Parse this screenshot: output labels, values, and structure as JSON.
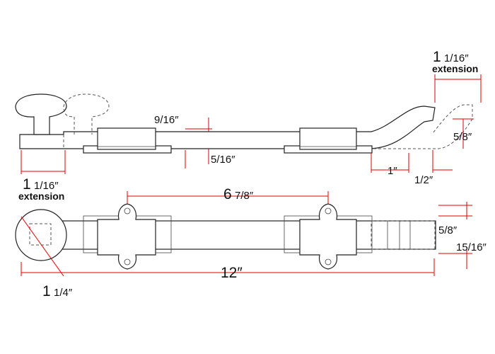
{
  "labels": {
    "top_right_extension_whole": "1",
    "top_right_extension_frac": "1/16″",
    "top_right_extension_word": "extension",
    "dim_9_16": "9/16″",
    "dim_5_16": "5/16″",
    "dim_5_8_top": "5/8″",
    "dim_1": "1″",
    "dim_1_2": "1/2″",
    "left_extension_whole": "1",
    "left_extension_frac": "1/16″",
    "left_extension_word": "extension",
    "dim_6_whole": "6",
    "dim_6_frac": "7/8″",
    "dim_5_8_bottom": "5/8″",
    "dim_15_16": "15/16″",
    "dim_12": "12″",
    "dim_1_14_whole": "1",
    "dim_1_14_frac": "1/4″"
  },
  "colors": {
    "dimension": "#e00000",
    "outline": "#222222",
    "background": "#ffffff"
  }
}
